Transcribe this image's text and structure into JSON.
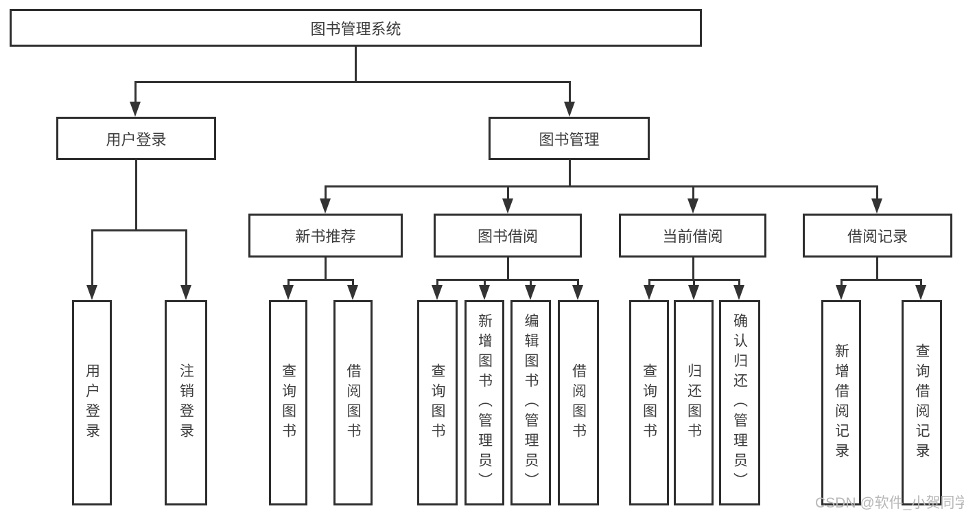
{
  "tree": {
    "root": {
      "label": "图书管理系统"
    },
    "branches": [
      {
        "label": "用户登录",
        "children": [
          {
            "label": "用户登录"
          },
          {
            "label": "注销登录"
          }
        ]
      },
      {
        "label": "图书管理",
        "children": [
          {
            "label": "新书推荐",
            "children": [
              {
                "label": "查询图书"
              },
              {
                "label": "借阅图书"
              }
            ]
          },
          {
            "label": "图书借阅",
            "children": [
              {
                "label": "查询图书"
              },
              {
                "label": "新增图书（管理员）"
              },
              {
                "label": "编辑图书（管理员）"
              },
              {
                "label": "借阅图书"
              }
            ]
          },
          {
            "label": "当前借阅",
            "children": [
              {
                "label": "查询图书"
              },
              {
                "label": "归还图书"
              },
              {
                "label": "确认归还（管理员）"
              }
            ]
          },
          {
            "label": "借阅记录",
            "children": [
              {
                "label": "新增借阅记录"
              },
              {
                "label": "查询借阅记录"
              }
            ]
          }
        ]
      }
    ]
  },
  "watermark": {
    "text": "CSDN @软件_小贺同学"
  },
  "colors": {
    "line": "#333333",
    "box_border": "#2e2e2e",
    "text": "#3c3c3c",
    "watermark": "#b8b8b8",
    "background": "#ffffff"
  }
}
